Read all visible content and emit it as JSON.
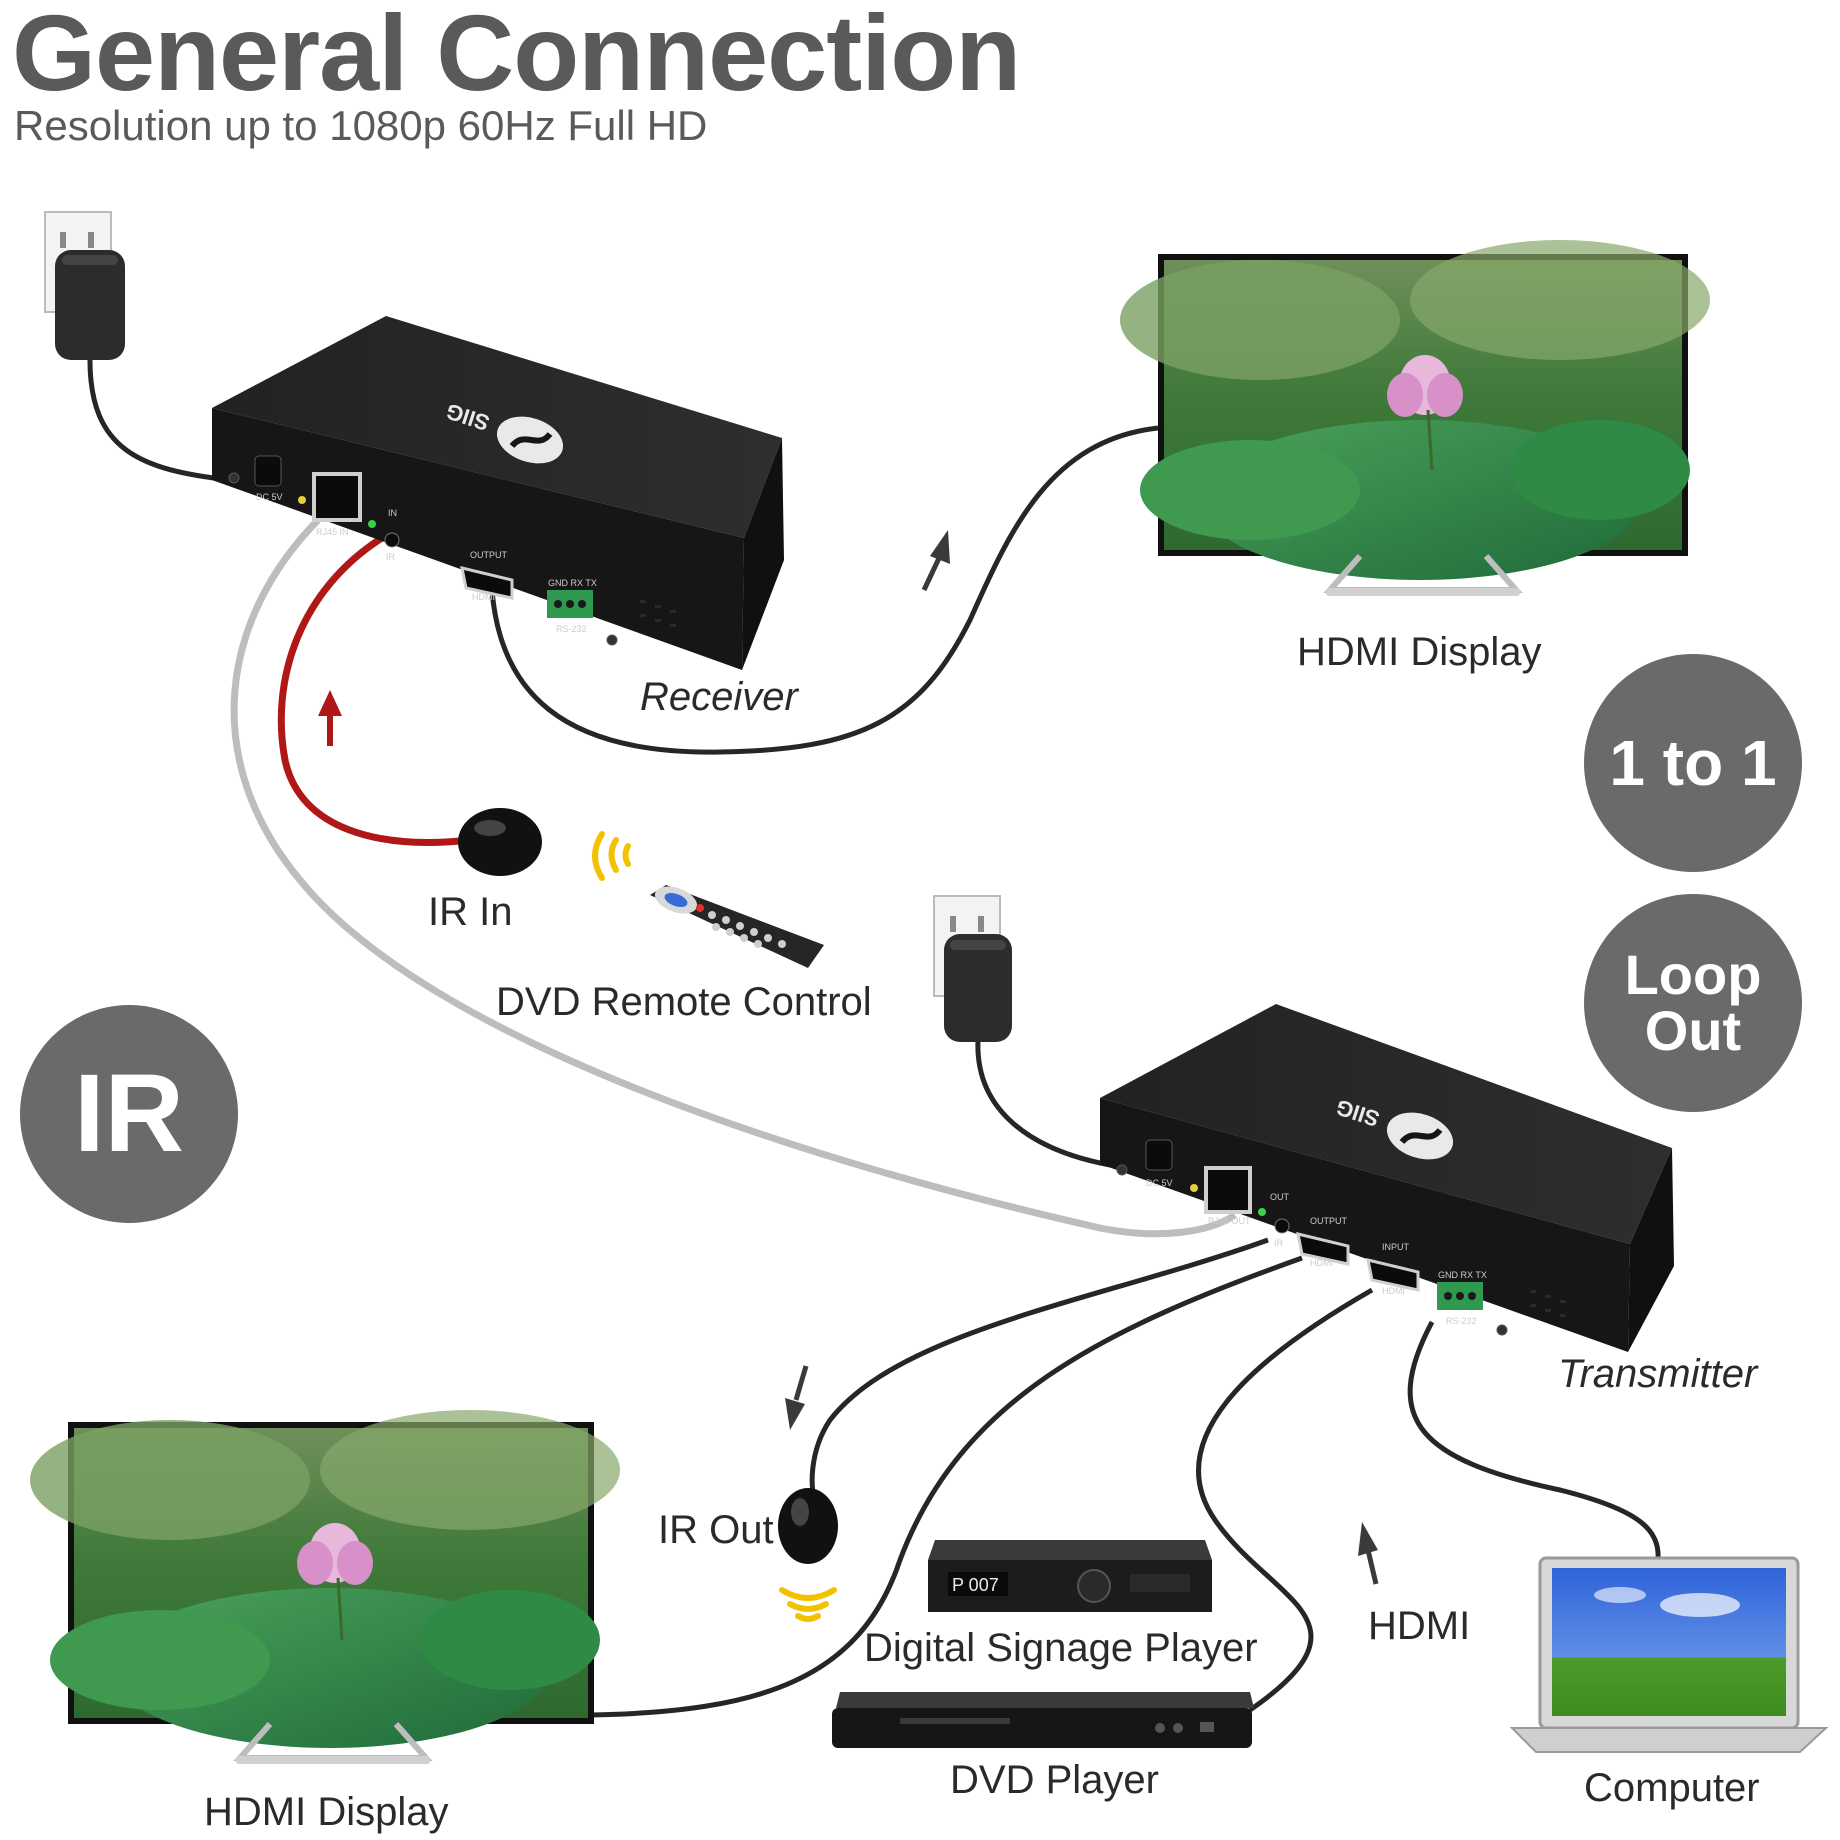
{
  "title": "General Connection",
  "subtitle": "Resolution up to 1080p 60Hz Full HD",
  "badges": {
    "one_to_one": "1 to 1",
    "loop_out_line1": "Loop",
    "loop_out_line2": "Out",
    "ir": "IR"
  },
  "labels": {
    "receiver": "Receiver",
    "transmitter": "Transmitter",
    "hdmi_display_top": "HDMI Display",
    "hdmi_display_bottom": "HDMI Display",
    "ir_in": "IR In",
    "ir_out": "IR Out",
    "dvd_remote": "DVD Remote Control",
    "digital_signage": "Digital Signage Player",
    "dvd_player": "DVD Player",
    "hdmi": "HDMI",
    "computer": "Computer"
  },
  "device_markings": {
    "brand": "SIIG",
    "dc_5v": "DC 5V",
    "rj45_in": "RJ45 IN",
    "rj45_out": "RJ45 OUT",
    "ir_in_port": "IN",
    "ir_out_port": "OUT",
    "ir_port": "IR",
    "output": "OUTPUT",
    "input": "INPUT",
    "hdmi_port": "HDMI",
    "rs232_pins": "GND RX TX",
    "rs232": "RS-232",
    "signage_display": "P 007"
  },
  "colors": {
    "badge_gray": "#6a6a6a",
    "cable_black": "#262626",
    "cable_red": "#b01818",
    "cable_gray": "#bdbdbd",
    "device_body": "#1d1d1d",
    "ir_wave": "#f2c200"
  }
}
